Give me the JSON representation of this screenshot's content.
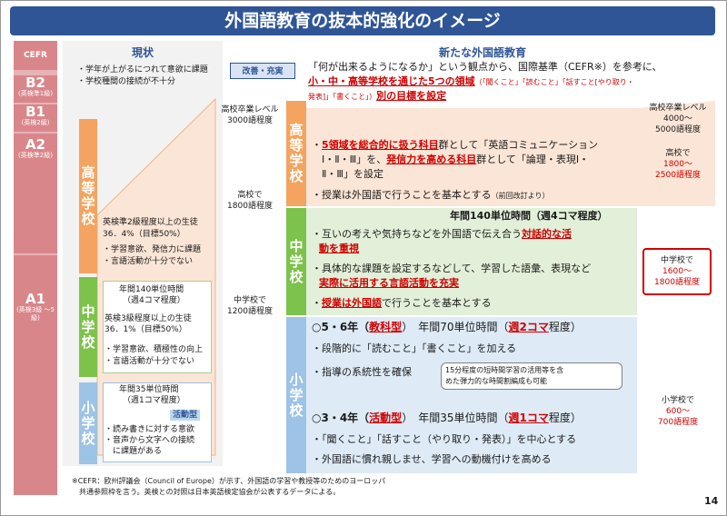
{
  "title": "外国語教育の抜本的強化のイメージ",
  "page_number": "14",
  "cefr": {
    "label": "CEFR",
    "levels": [
      {
        "level": "B2",
        "sub": "(英検準1級)"
      },
      {
        "level": "B1",
        "sub": "(英検2級)"
      },
      {
        "level": "A2",
        "sub": "(英検準2級)"
      },
      {
        "level": "A1",
        "sub": "(英検3級 〜5級)"
      }
    ]
  },
  "current": {
    "header": "現状",
    "bullets": [
      "・学年が上がるにつれて意欲に課題",
      "・学校種間の接続が不十分"
    ],
    "arrow_label": "改善・充実",
    "high": {
      "label": "高等学校",
      "stat1": "英検準2級程度以上の生徒",
      "stat2": "36．4%（目標50%）",
      "issue1": "・学習意欲、発信力に課題",
      "issue2": "・言語活動が十分でない"
    },
    "middle": {
      "label": "中学校",
      "hours1": "年間140単位時間",
      "hours2": "（週4コマ程度）",
      "stat1": "英検3級程度以上の生徒",
      "stat2": "36．1%（目標50%）",
      "issue1": "・学習意欲、積極性の向上",
      "issue2": "・言語活動が十分でない"
    },
    "elem": {
      "label": "小学校",
      "hours1": "年間35単位時間",
      "hours2": "（週1コマ程度）",
      "badge": "活動型",
      "issue1": "・読み書きに対する意欲",
      "issue2": "・音声から文字への接続",
      "issue3": "　に課題がある"
    }
  },
  "vocab_current": {
    "high1": "高校卒業レベル",
    "high2": "3000語程度",
    "hs1": "高校で",
    "hs2": "1800語程度",
    "ms1": "中学校で",
    "ms2": "1200語程度"
  },
  "new": {
    "header": "新たな外国語教育",
    "intro1": "「何が出来るようになるか」という観点から、国際基準（CEFR※）を参考に、",
    "intro2_red": "小・中・高等学校を通じた5つの領域",
    "intro2_small": "（「聞くこと」「読むこと」「話すこと[やり取り・",
    "intro3_small": "発表]」「書くこと」）",
    "intro3_red": "別の目標を設定",
    "high": {
      "label": "高等学校",
      "p1a": "・",
      "p1b": "5領域を総合的に扱う科目",
      "p1c": "群として「英語コミュニケーション",
      "p1d": "　Ⅰ・Ⅱ・Ⅲ」を、",
      "p1e": "発信力を高める科目",
      "p1f": "群として「論理・表現Ⅰ・",
      "p1g": "　Ⅱ・Ⅲ」を設定",
      "p2": "・授業は外国語で行うことを基本とする",
      "p2s": "（前回改訂より）"
    },
    "middle": {
      "label": "中学校",
      "hours": "年間140単位時間（週4コマ程度）",
      "p1a": "・互いの考えや気持ちなどを外国語で伝え合う",
      "p1b": "対話的な活",
      "p1c": "動を重視",
      "p2a": "・具体的な課題を設定するなどして、学習した語彙、表現な",
      "p2b": "ど",
      "p2c": "実際に活用する言語活動を充実",
      "p3a": "・",
      "p3b": "授業は外国語",
      "p3c": "で行うことを基本とする"
    },
    "elem": {
      "label": "小学校",
      "g56a": "○5・6年（",
      "g56b": "教科型",
      "g56c": "）　年間70単位時間（",
      "g56d": "週2コマ",
      "g56e": "程度）",
      "g56p1": "・段階的に「読むこと」「書くこと」を加える",
      "g56p2": "・指導の系統性を確保",
      "note1": "15分程度の短時間学習の活用等を含",
      "note2": "めた弾力的な時間割編成も可能",
      "g34a": "○3・4年（",
      "g34b": "活動型",
      "g34c": "）　年間35単位時間（",
      "g34d": "週1コマ",
      "g34e": "程度）",
      "g34p1": "・「聞くこと」「話すこと（やり取り・発表）」を中心とする",
      "g34p2": "・外国語に慣れ親しませ、学習への動機付けを高める"
    }
  },
  "vocab_new": {
    "high1": "高校卒業レベル",
    "high2": "4000〜",
    "high3": "5000語程度",
    "hs1": "高校で",
    "hs2": "1800〜",
    "hs3": "2500語程度",
    "ms1": "中学校で",
    "ms2": "1600〜",
    "ms3": "1800語程度",
    "es1": "小学校で",
    "es2": "600〜",
    "es3": "700語程度"
  },
  "footnote1": "※CEFR：欧州評議会（Council of Europe）が示す、外国語の学習や教授等のためのヨーロッパ",
  "footnote2": "共通参照枠を言う。英検との対照は日本英語検定協会が公表するデータによる。",
  "colors": {
    "title_bg": "#2f5597",
    "orange": "#f4a460",
    "green": "#7dc24b",
    "light_blue": "#9dc3e6",
    "red": "#d00000",
    "cefr_red": "#d9868a",
    "cefr_pink": "#e8b3b5"
  }
}
